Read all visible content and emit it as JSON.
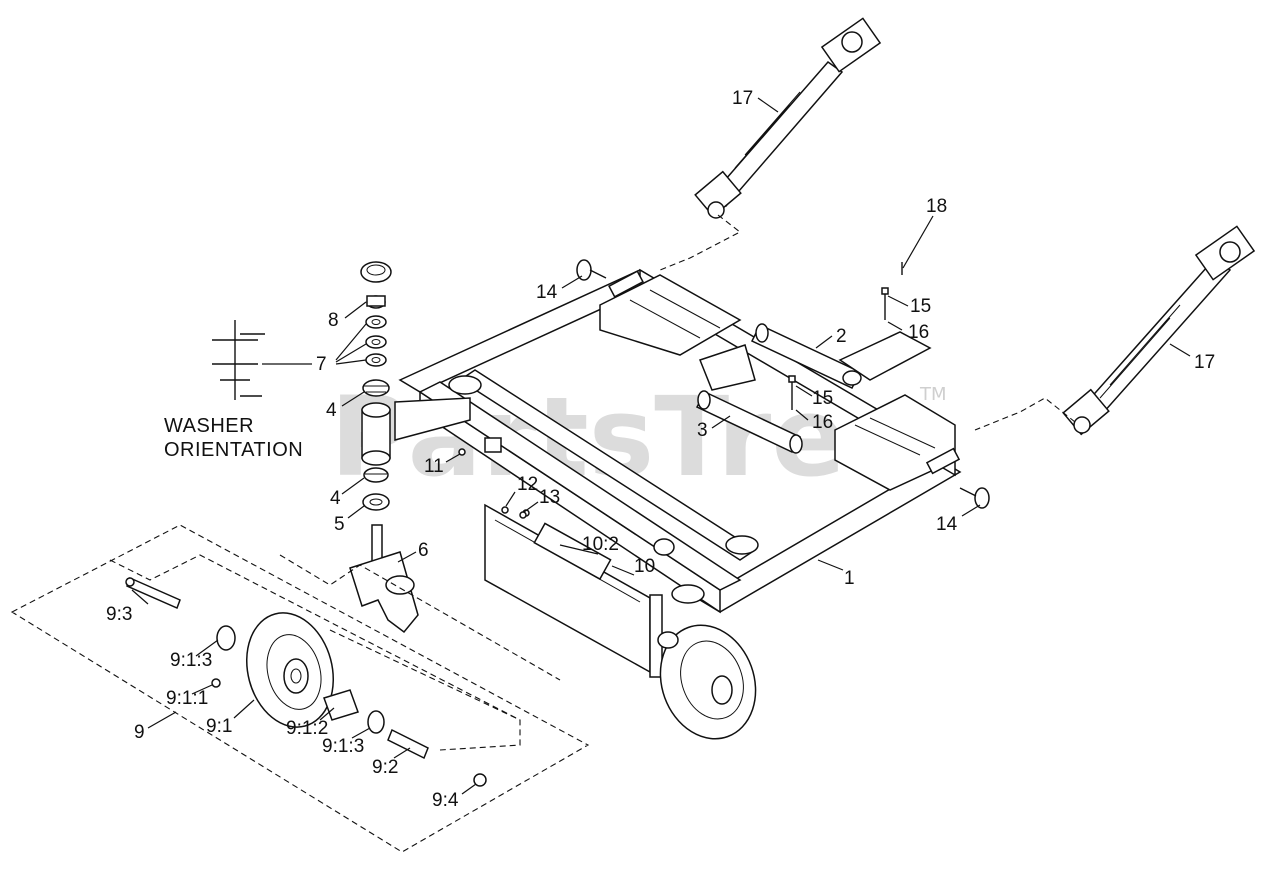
{
  "watermark": {
    "text": "PartsTree",
    "tm": "TM"
  },
  "washer_note": {
    "line1": "WASHER",
    "line2": "ORIENTATION"
  },
  "callouts": {
    "c17a": "17",
    "c17b": "17",
    "c18": "18",
    "c14a": "14",
    "c14b": "14",
    "c15a": "15",
    "c15b": "15",
    "c16a": "16",
    "c16b": "16",
    "c2": "2",
    "c3": "3",
    "c1": "1",
    "c8": "8",
    "c7": "7",
    "c4a": "4",
    "c4b": "4",
    "c5": "5",
    "c6": "6",
    "c11": "11",
    "c12": "12",
    "c13": "13",
    "c10_2": "10:2",
    "c10": "10",
    "c9_3": "9:3",
    "c9_1_3a": "9:1:3",
    "c9_1_1": "9:1:1",
    "c9_1": "9:1",
    "c9_1_2": "9:1:2",
    "c9_1_3b": "9:1:3",
    "c9_2": "9:2",
    "c9": "9",
    "c9_4": "9:4"
  },
  "colors": {
    "line": "#111111",
    "watermark": "#dcdcdc",
    "background": "#ffffff"
  }
}
